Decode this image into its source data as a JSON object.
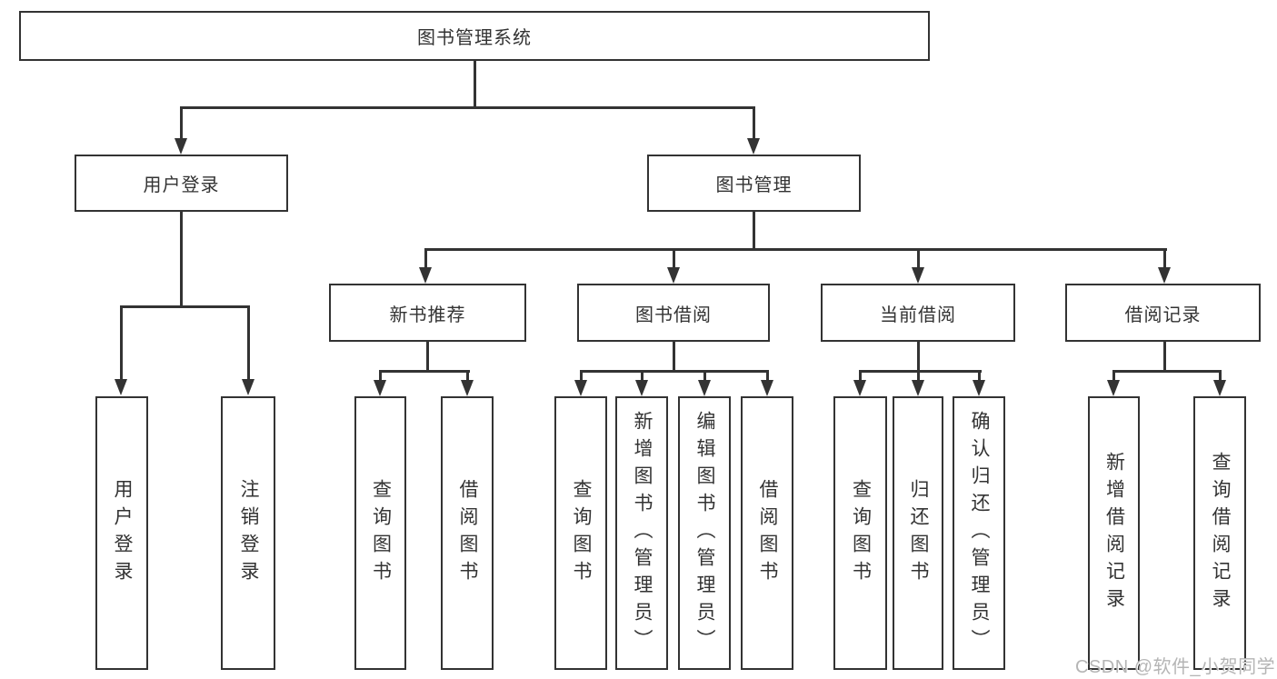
{
  "diagram": {
    "type": "tree",
    "root": {
      "label": "图书管理系统"
    },
    "level2": [
      {
        "label": "用户登录"
      },
      {
        "label": "图书管理"
      }
    ],
    "level3": [
      {
        "label": "新书推荐",
        "parent": "图书管理"
      },
      {
        "label": "图书借阅",
        "parent": "图书管理"
      },
      {
        "label": "当前借阅",
        "parent": "图书管理"
      },
      {
        "label": "借阅记录",
        "parent": "图书管理"
      }
    ],
    "leaves": [
      {
        "label": "用户登录",
        "parent": "用户登录"
      },
      {
        "label": "注销登录",
        "parent": "用户登录"
      },
      {
        "label": "查询图书",
        "parent": "新书推荐"
      },
      {
        "label": "借阅图书",
        "parent": "新书推荐"
      },
      {
        "label": "查询图书",
        "parent": "图书借阅"
      },
      {
        "label": "新增图书（管理员）",
        "parent": "图书借阅"
      },
      {
        "label": "编辑图书（管理员）",
        "parent": "图书借阅"
      },
      {
        "label": "借阅图书",
        "parent": "图书借阅"
      },
      {
        "label": "查询图书",
        "parent": "当前借阅"
      },
      {
        "label": "归还图书",
        "parent": "当前借阅"
      },
      {
        "label": "确认归还（管理员）",
        "parent": "当前借阅"
      },
      {
        "label": "新增借阅记录",
        "parent": "借阅记录"
      },
      {
        "label": "查询借阅记录",
        "parent": "借阅记录"
      }
    ],
    "watermark": "CSDN @软件_小贺同学",
    "colors": {
      "line": "#333333",
      "background": "#ffffff",
      "watermark": "#b5b5b5"
    }
  }
}
